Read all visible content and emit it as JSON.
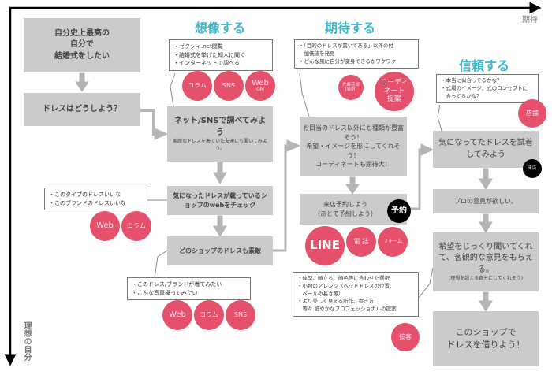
{
  "axes": {
    "x_label": "期待",
    "y_label": "理想の自分"
  },
  "colors": {
    "accent": "#3cb8c9",
    "circle": "#e5506b",
    "box": "#cbcbcb"
  },
  "phases": {
    "imagine": "想像する",
    "expect": "期待する",
    "trust": "信頼する"
  },
  "boxes": {
    "b1": "自分史上最高の\n自分で\n結婚式をしたい",
    "b2": "ドレスはどうしよう？",
    "b3": "ネット/SNSで調べてみよう",
    "b3_sub": "素敵なドレスを着ていた友達にも聞いてみよう。",
    "b4": "気になったドレスが載っているショップのwebをチェック",
    "b5": "どのショップのドレスも素敵",
    "b6": "お目当のドレス以外にも種類が豊富そう！\n希望・イメージを形にしてくれそう！\nコーディネートも期待大！",
    "b7": "来店予約しよう\n（あとで予約しよう）",
    "b8": "気になってたドレスを試着してみよう",
    "b9": "プロの意見が欲しい。",
    "b10": "希望をじっくり聞いてくれて、客観的な意見をもらえる。",
    "b10_sub": "(理想を超える自分にしてくれそう)",
    "b11": "このショップで\nドレスを借りよう！"
  },
  "notes": {
    "n1": [
      "・ゼクシィ.net閲覧",
      "・結婚式を挙げた知人に聞く",
      "・インターネットで調べる"
    ],
    "n2": [
      "・このタイプのドレスいいな",
      "・このブランドのドレスいいな"
    ],
    "n3": [
      "・このドレス/ブランドが着てみたい",
      "・こんな写真撮ってみたい"
    ],
    "n4": [
      "・「目的のドレスが置いてある」以外の付",
      "　加価値を発見",
      "・どんな風に自分が変身できるかワクワク"
    ],
    "n5": [
      "・体型、顔立ち、顔色等に合わせた選択",
      "・小物のアレンジ（ヘッドドレスの位置、",
      "　ベールの長さ等）",
      "・より美しく見える所作、歩き方",
      "　等々 細やかなプロフェッショナルの提案"
    ],
    "n6": [
      "・本当に似合ってるかな？",
      "・式場のイメージ、式のコンセプトに",
      "　合ってるかな？"
    ]
  },
  "circles": {
    "column": "コラム",
    "sns": "SNS",
    "web": "Web",
    "gm": "GM",
    "senpai": "先輩花嫁\n(事例)",
    "coord": "コーディ\nネート\n提案",
    "yoyaku": "予約",
    "line": "LINE",
    "tel": "電 話",
    "form": "フォーム",
    "sekkyaku": "接客",
    "tenpo": "店舗",
    "raiten": "来店"
  }
}
